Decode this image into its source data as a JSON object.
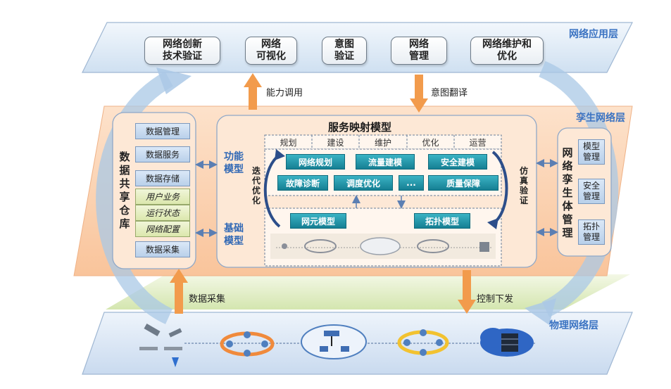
{
  "app_layer": {
    "title": "网络应用层",
    "buttons": [
      "网络创新\n技术验证",
      "网络\n可视化",
      "意图\n验证",
      "网络\n管理",
      "网络维护和\n优化"
    ]
  },
  "arrows": {
    "capability_call": "能力调用",
    "intent_translation": "意图翻译",
    "data_collection": "数据采集",
    "control_delivery": "控制下发"
  },
  "twin_layer": {
    "title": "孪生网络层",
    "data_repo": {
      "title": "数据共享仓库",
      "items": [
        {
          "label": "数据管理",
          "sub": false
        },
        {
          "label": "数据服务",
          "sub": false
        },
        {
          "label": "数据存储",
          "sub": false
        },
        {
          "label": "用户业务",
          "sub": true
        },
        {
          "label": "运行状态",
          "sub": true
        },
        {
          "label": "网络配置",
          "sub": true
        },
        {
          "label": "数据采集",
          "sub": false
        }
      ]
    },
    "service_model": {
      "title": "服务映射模型",
      "functional_model": "功能模型",
      "basic_model": "基础模型",
      "iterative": "迭代优化",
      "simulation": "仿真验证",
      "tabs": [
        "规划",
        "建设",
        "维护",
        "优化",
        "运营"
      ],
      "services_row1": [
        "网络规划",
        "流量建模",
        "安全建模"
      ],
      "services_row2": [
        "故障诊断",
        "调度优化",
        "...",
        "质量保障"
      ],
      "basic_items": [
        "网元模型",
        "拓扑模型"
      ]
    },
    "twin_mgmt": {
      "title": "网络孪生体管理",
      "items": [
        "模型\n管理",
        "安全\n管理",
        "拓扑\n管理"
      ]
    }
  },
  "physical_layer": {
    "title": "物理网络层"
  },
  "colors": {
    "app_layer_fill": "#e3eef8",
    "twin_layer_fill": "#fbd5b5",
    "physical_layer_fill": "#dde8f5",
    "arrow_orange": "#f29b4c",
    "cycle_arrow": "#aac8e6",
    "service_teal": "#1d8fa3",
    "title_blue": "#3b73c2"
  }
}
